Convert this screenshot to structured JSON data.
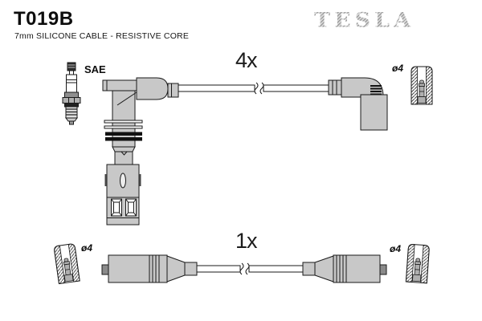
{
  "header": {
    "part_number": "T019B",
    "subtitle": "7mm SILICONE CABLE - RESISTIVE CORE",
    "brand": "TESLA"
  },
  "diagram": {
    "spark_plug_label": "SAE",
    "rows": [
      {
        "quantity_label": "4x",
        "type": "angled-boot ignition cable",
        "terminal_label": "ø4"
      },
      {
        "quantity_label": "1x",
        "type": "straight-boot ignition cable",
        "terminal_label_left": "ø4",
        "terminal_label_right": "ø4"
      }
    ]
  },
  "icons": {
    "spark_plug": "spark-plug-icon",
    "terminal_cup": "terminal-cross-section-icon",
    "cable_break": "cable-break-mark"
  },
  "colors": {
    "background": "#ffffff",
    "line": "#1a1a1a",
    "part_fill": "#c8c8c8",
    "brand_gray": "#a2a2a2"
  }
}
